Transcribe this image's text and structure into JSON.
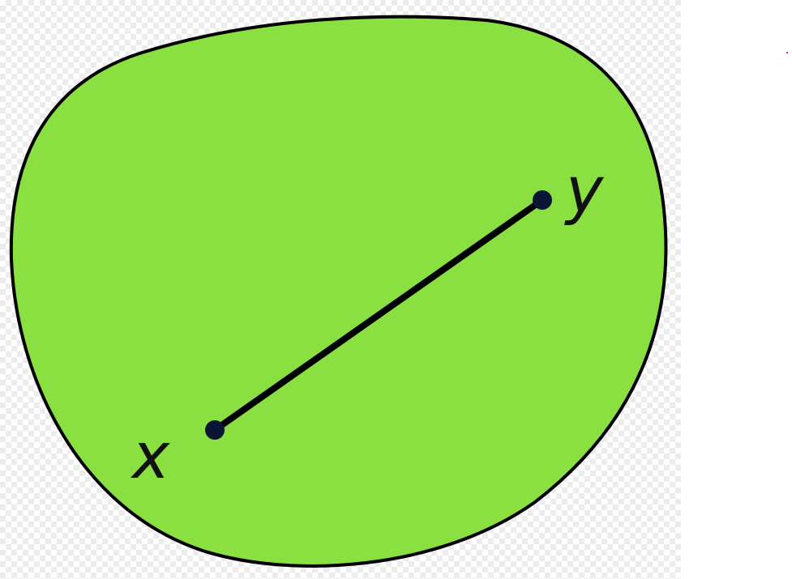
{
  "diagram": {
    "region_color": "#8be041",
    "outline_color": "#000000",
    "segment_color": "#000000",
    "point_color": "#0b1535",
    "points": [
      {
        "id": "x",
        "label": "x"
      },
      {
        "id": "y",
        "label": "y"
      }
    ]
  }
}
